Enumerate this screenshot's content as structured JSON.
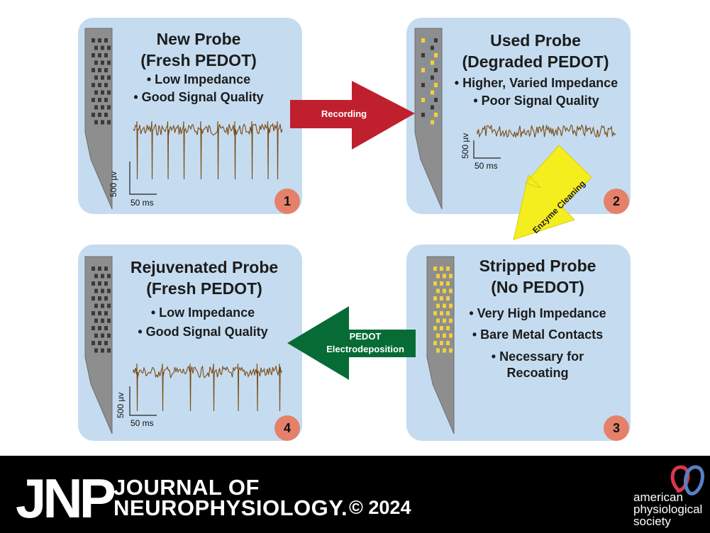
{
  "colors": {
    "panel_bg": "#c5dcf0",
    "probe_fill": "#8e8e8e",
    "contact_dark": "#3a3a3a",
    "contact_yellow": "#f0d23a",
    "contact_gray": "#7d8fa0",
    "trace": "#7a4a14",
    "badge": "#e5816a",
    "arrow_recording": "#c0202e",
    "arrow_enzyme": "#f5ee1f",
    "arrow_pedot": "#066b34",
    "footer_bg": "#000000"
  },
  "panels": [
    {
      "number": "1",
      "title_line1": "New Probe",
      "title_line2": "(Fresh PEDOT)",
      "bullets": [
        "• Low Impedance",
        "• Good Signal Quality"
      ],
      "scale_v": "500 µv",
      "scale_t": "50 ms"
    },
    {
      "number": "2",
      "title_line1": "Used Probe",
      "title_line2": "(Degraded PEDOT)",
      "bullets": [
        "• Higher, Varied Impedance",
        "• Poor Signal Quality"
      ],
      "scale_v": "500 µv",
      "scale_t": "50 ms"
    },
    {
      "number": "3",
      "title_line1": "Stripped Probe",
      "title_line2": "(No PEDOT)",
      "bullets": [
        "• Very High Impedance",
        "• Bare Metal Contacts",
        "• Necessary for",
        "Recoating"
      ]
    },
    {
      "number": "4",
      "title_line1": "Rejuvenated Probe",
      "title_line2": "(Fresh PEDOT)",
      "bullets": [
        "• Low Impedance",
        "• Good Signal Quality"
      ],
      "scale_v": "500 µv",
      "scale_t": "50 ms"
    }
  ],
  "arrows": {
    "recording": "Recording",
    "enzyme": "Enzyme Cleaning",
    "pedot_line1": "PEDOT",
    "pedot_line2": "Electrodeposition"
  },
  "footer": {
    "logo": "JNP",
    "journal_line1": "JOURNAL OF",
    "journal_line2": "NEUROPHYSIOLOGY.",
    "copyright": "© 2024",
    "society_line1": "american",
    "society_line2": "physiological",
    "society_line3": "society"
  }
}
